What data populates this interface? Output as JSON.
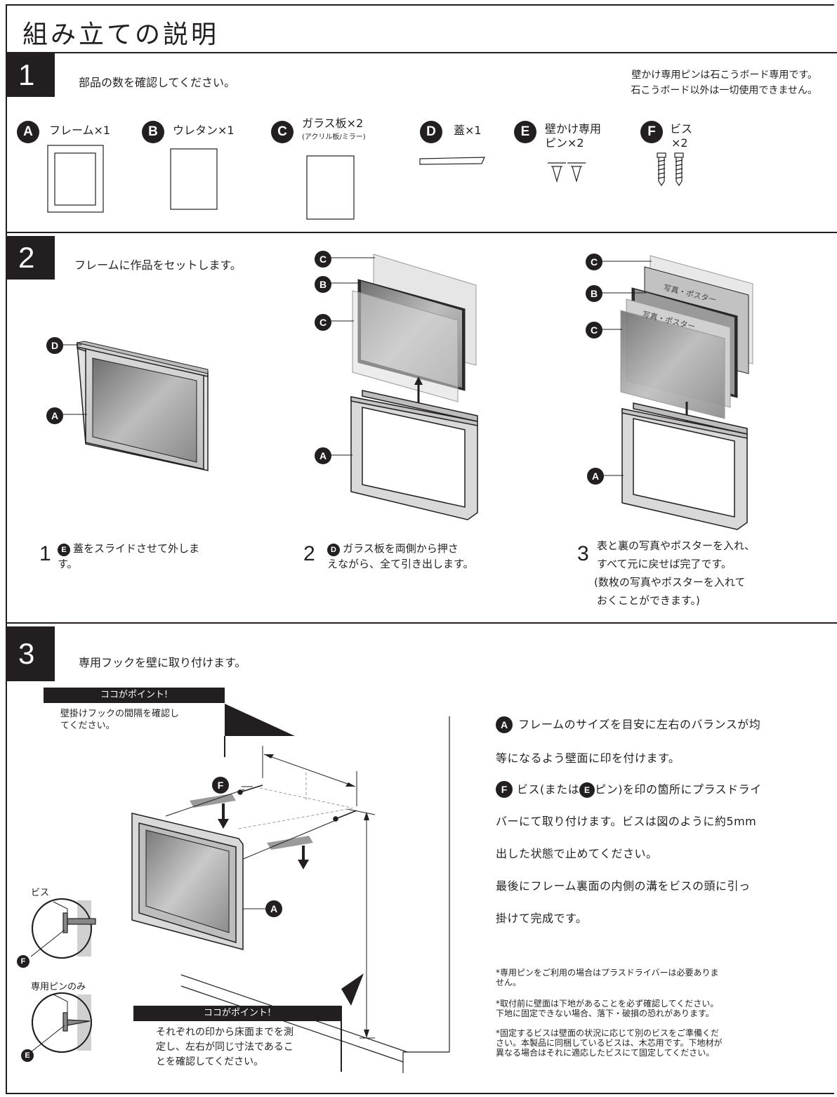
{
  "title": "組み立ての説明",
  "step1": {
    "number": "1",
    "heading": "部品の数を確認してください。",
    "note": [
      "壁かけ専用ピンは石こうボード専用です。",
      "石こうボード以外は一切使用できません。"
    ],
    "parts": [
      {
        "letter": "A",
        "label": "フレーム×1"
      },
      {
        "letter": "B",
        "label": "ウレタン×1"
      },
      {
        "letter": "C",
        "label": "ガラス板×2",
        "sub": "(アクリル板/ミラー)"
      },
      {
        "letter": "D",
        "label": "蓋×1"
      },
      {
        "letter": "E",
        "label": "壁かけ専用",
        "label2": "ピン×2"
      },
      {
        "letter": "F",
        "label": "ビス",
        "label2": "×2"
      }
    ]
  },
  "step2": {
    "number": "2",
    "heading": "フレームに作品をセットします。",
    "photo_label": "写真・ポスター",
    "captions": [
      {
        "num": "1",
        "badge": "E",
        "text1": "蓋をスライドさせて外しま",
        "text2": "す。"
      },
      {
        "num": "2",
        "badge": "D",
        "text1": "ガラス板を両側から押さ",
        "text2": "えながら、全て引き出します。"
      },
      {
        "num": "3",
        "text1": "表と裏の写真やポスターを入れ、",
        "text2": "すべて元に戻せば完了です。",
        "text3": "(数枚の写真やポスターを入れて",
        "text4": "おくことができます。)"
      }
    ]
  },
  "step3": {
    "number": "3",
    "heading": "専用フックを壁に取り付けます。",
    "point_label": "ココがポイント!",
    "point1": [
      "壁掛けフックの間隔を確認し",
      "てください。"
    ],
    "point2": [
      "それぞれの印から床面までを測",
      "定し、左右が同じ寸法であるこ",
      "とを確認してください。"
    ],
    "bis_label": "ビス",
    "pin_label": "専用ピンのみ",
    "instructions": {
      "a_line1": "フレームのサイズを目安に左右のバランスが均",
      "a_line2": "等になるよう壁面に印を付けます。",
      "f_pre": "ビス(または",
      "f_post": "ピン)を印の箇所にプラスドライ",
      "f_line2": "バーにて取り付けます。ビスは図のように約5mm",
      "f_line3": "出した状態で止めてください。",
      "last1": "最後にフレーム裏面の内側の溝をビスの頭に引っ",
      "last2": "掛けて完成です。"
    },
    "notes": [
      [
        "*専用ピンをご利用の場合はプラスドライバーは必要ありま",
        "せん。"
      ],
      [
        "*取付前に壁面は下地があることを必ず確認してください。",
        "下地に固定できない場合、落下・破損の恐れがあります。"
      ],
      [
        "*固定するビスは壁面の状況に応じて別のビスをご準備くだ",
        "さい。本製品に同梱しているビスは、木芯用です。下地材が",
        "異なる場合はそれに適応したビスにて固定してください。"
      ]
    ]
  }
}
